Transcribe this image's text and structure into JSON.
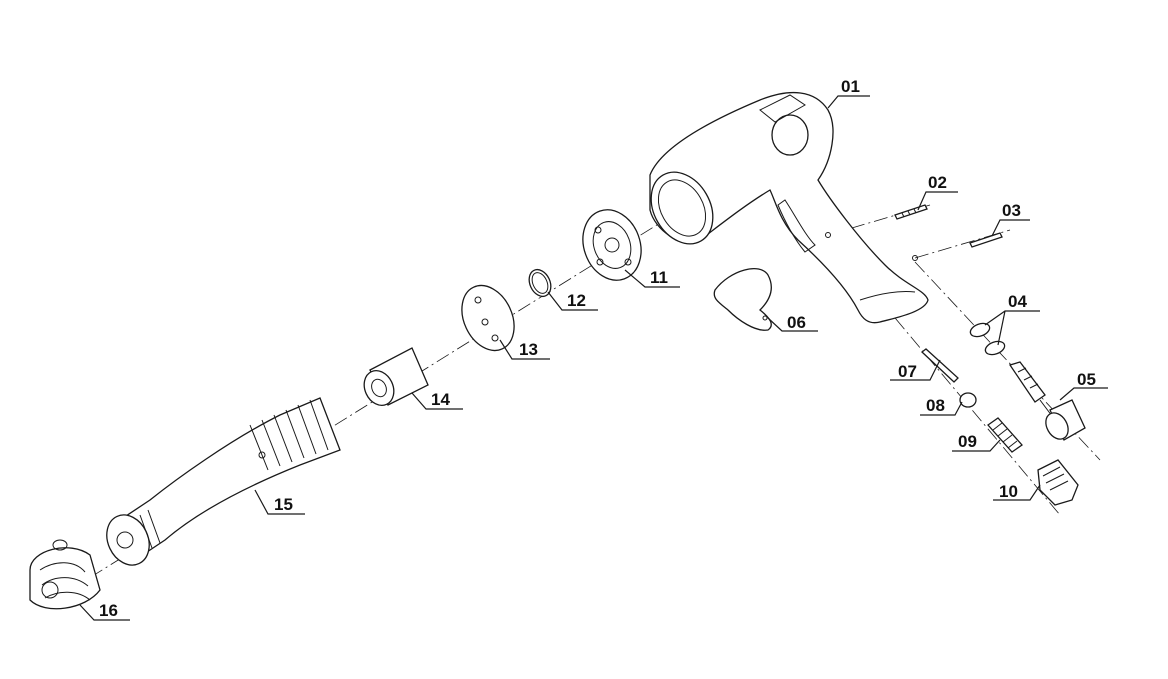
{
  "labels": {
    "p01": "01",
    "p02": "02",
    "p03": "03",
    "p04": "04",
    "p05": "05",
    "p06": "06",
    "p07": "07",
    "p08": "08",
    "p09": "09",
    "p10": "10",
    "p11": "11",
    "p12": "12",
    "p13": "13",
    "p14": "14",
    "p15": "15",
    "p16": "16"
  },
  "colors": {
    "line": "#1a1a1a",
    "background": "#ffffff"
  }
}
